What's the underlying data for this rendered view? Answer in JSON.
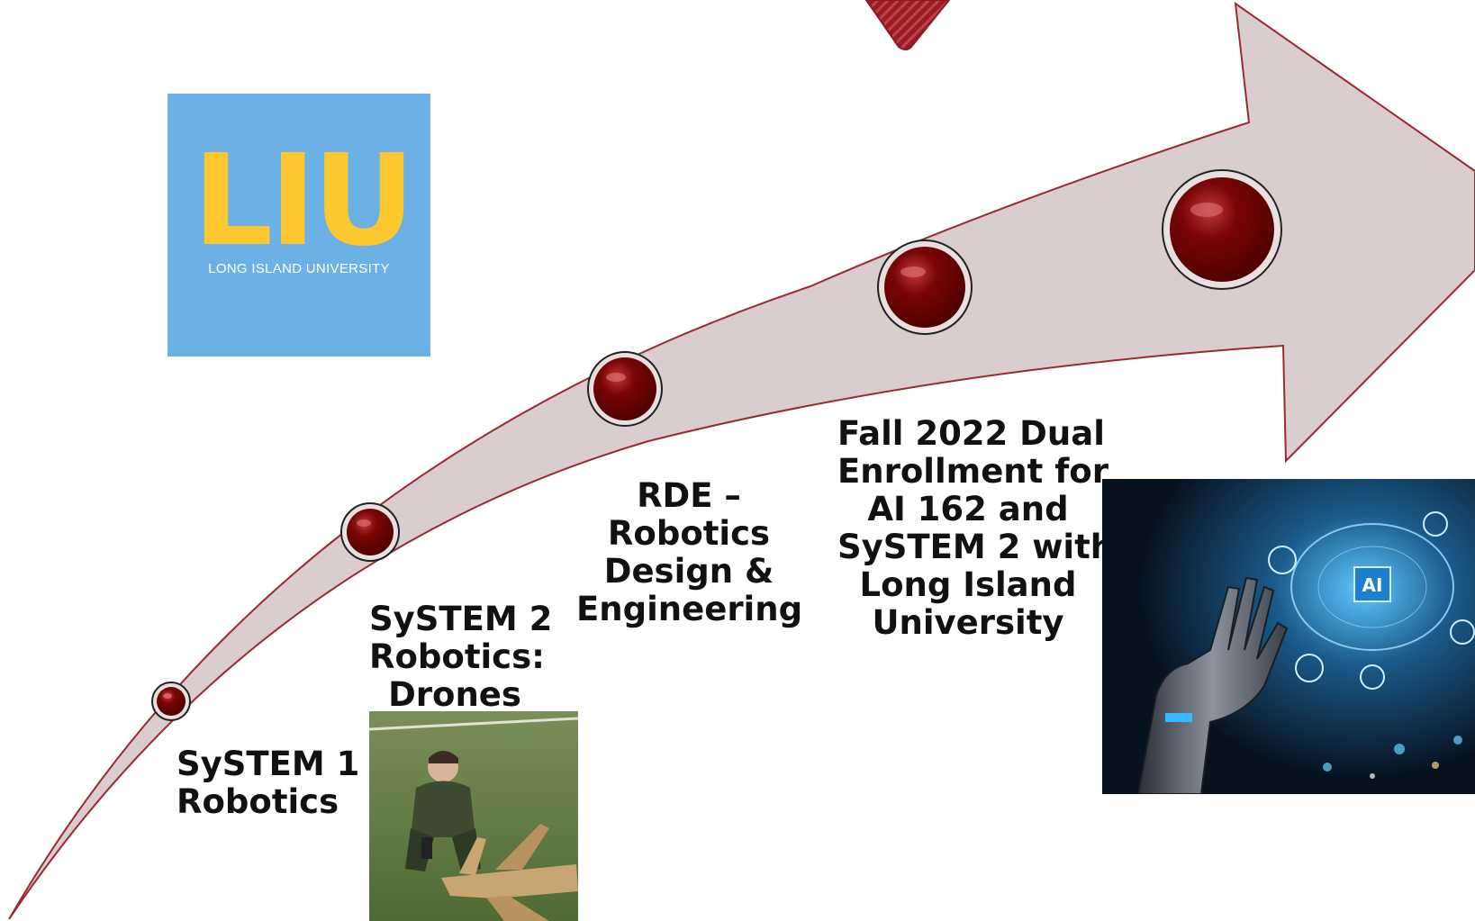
{
  "logo": {
    "mark": "LIU",
    "subtitle": "LONG ISLAND UNIVERSITY"
  },
  "milestones": [
    {
      "id": "system1",
      "lines": [
        "SySTEM 1",
        "Robotics"
      ]
    },
    {
      "id": "system2",
      "lines": [
        "SySTEM 2",
        "Robotics:",
        "Drones"
      ]
    },
    {
      "id": "rde",
      "lines": [
        "RDE –",
        "Robotics",
        "Design &",
        "Engineering"
      ]
    },
    {
      "id": "dual",
      "lines": [
        "Fall 2022 Dual",
        "Enrollment for",
        "AI 162 and",
        "SySTEM 2 with",
        "Long Island",
        "University"
      ]
    }
  ],
  "photos": {
    "drone_student": {
      "description_icon": "student-with-cardboard-jet-photo"
    },
    "ai_hand": {
      "badge": "AI"
    }
  },
  "colors": {
    "arrow_fill": "#d9cccc",
    "arrow_stroke": "#9a2a34",
    "dot": "#6e0000",
    "logo_bg": "#6cb1e6",
    "logo_gold": "#fdc82f"
  }
}
